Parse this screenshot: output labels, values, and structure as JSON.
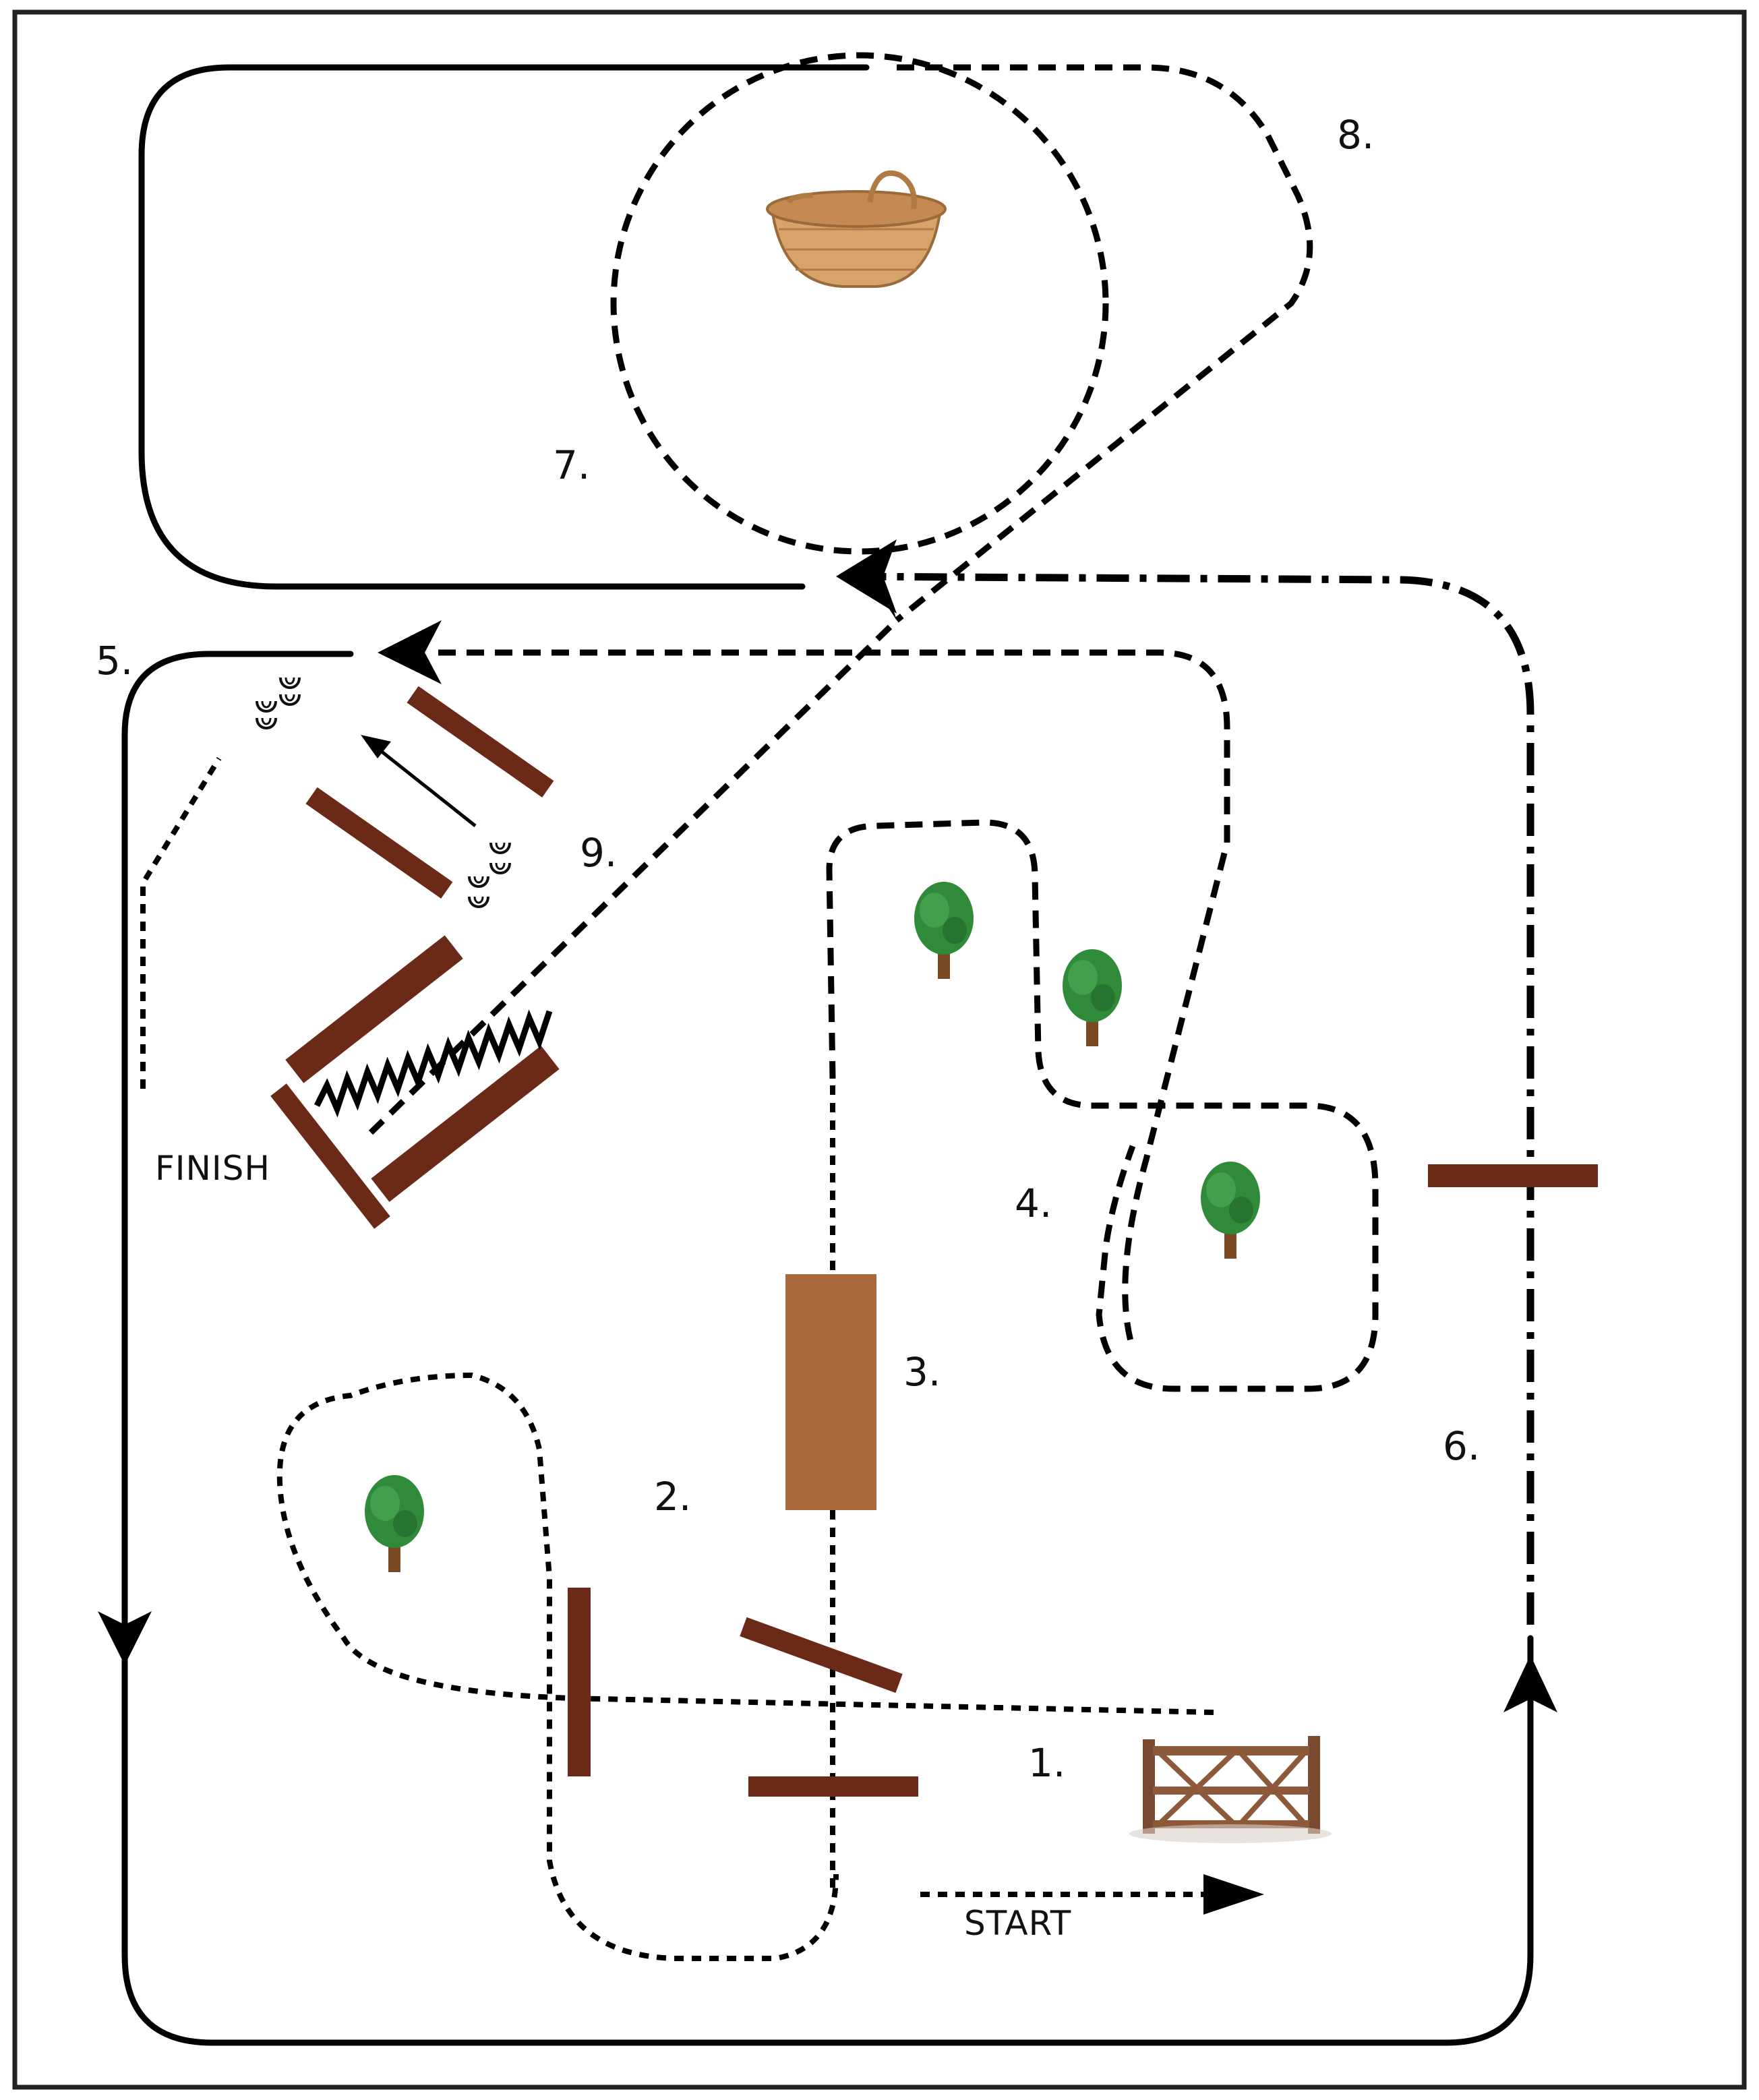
{
  "course": {
    "title": "",
    "start_label": "START",
    "finish_label": "FINISH",
    "obstacles": [
      {
        "number": "1.",
        "name": "gate-obstacle"
      },
      {
        "number": "2.",
        "name": "tree-circle-obstacle"
      },
      {
        "number": "3.",
        "name": "bridge-obstacle"
      },
      {
        "number": "4.",
        "name": "trees-serpentine-obstacle"
      },
      {
        "number": "5.",
        "name": "corner-turn"
      },
      {
        "number": "6.",
        "name": "pole-crossing"
      },
      {
        "number": "7.",
        "name": "basket-circle-obstacle"
      },
      {
        "number": "8.",
        "name": "loop-turn"
      },
      {
        "number": "9.",
        "name": "backing-chute-obstacle"
      }
    ]
  },
  "colors": {
    "background": "#ffffff",
    "border": "#222222",
    "pole": "#6b2a17",
    "bridge": "#a8693c",
    "tree_leaves": "#2f8a3a",
    "tree_trunk": "#7a4a24",
    "basket": "#d8a36a"
  },
  "icons": [
    "tree-icon",
    "basket-icon",
    "gate-icon",
    "hoofprint-icon",
    "arrowhead-icon"
  ]
}
